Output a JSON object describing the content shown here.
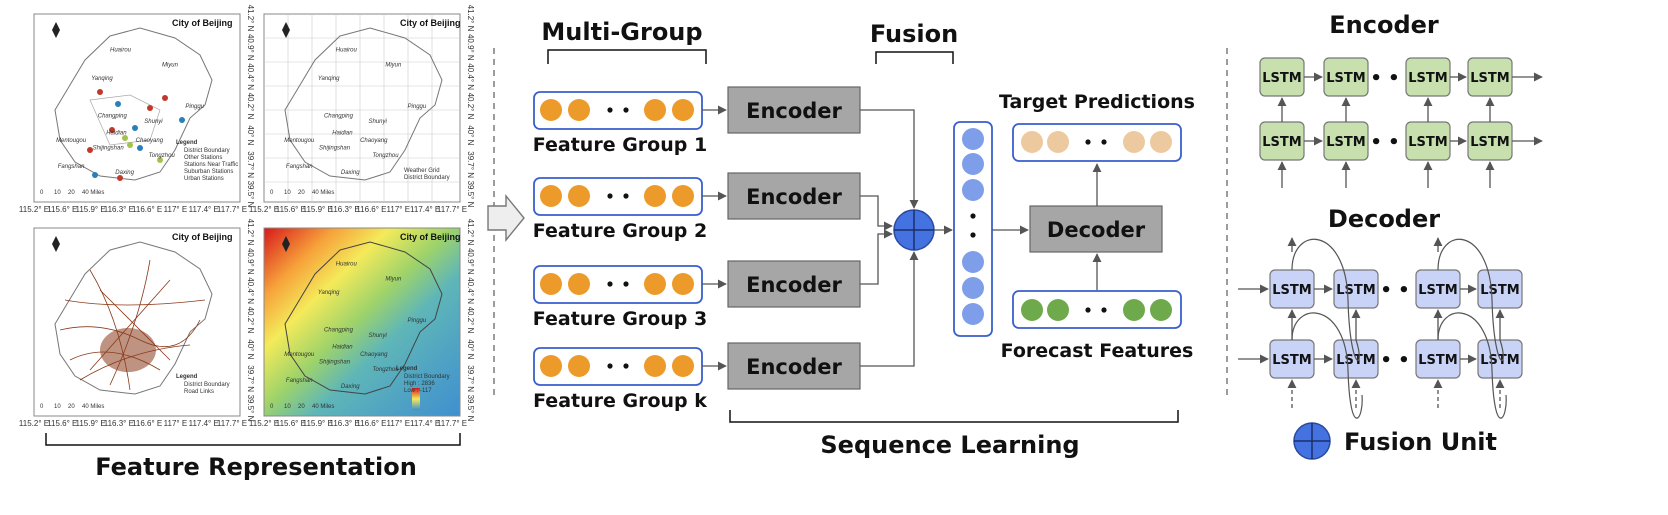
{
  "maps": {
    "title": "City of Beijing",
    "legend_title": "Legend",
    "legend_1": [
      "District Boundary",
      "Other Stations",
      "Stations Near Traffic",
      "Suburban Stations",
      "Urban Stations"
    ],
    "legend_2": [
      "Weather Grid",
      "District Boundary"
    ],
    "legend_3": [
      "District Boundary",
      "Road Links"
    ],
    "legend_4": [
      "District Boundary",
      "High : 2836",
      "Low : -117"
    ],
    "scale": [
      "0",
      "10",
      "20",
      "40 Miles"
    ],
    "xticks": [
      "115.2° E",
      "115.6° E",
      "115.9° E",
      "116.3° E",
      "116.6° E",
      "117° E",
      "117.4° E",
      "117.7° E"
    ],
    "yticks": [
      "41.2° N",
      "40.9° N",
      "40.4° N",
      "40.2° N",
      "40° N",
      "39.7° N",
      "39.5° N"
    ],
    "districts": [
      "Huairou",
      "Miyun",
      "Yanqing",
      "Pinggu",
      "Changping",
      "Shunyi",
      "Mentougou",
      "Haidian",
      "Chaoyang",
      "Shijingshan",
      "Tongzhou",
      "Fangshan",
      "Daxing"
    ]
  },
  "labels": {
    "feature_representation": "Feature Representation",
    "multi_group": "Multi-Group",
    "fusion": "Fusion",
    "sequence_learning": "Sequence Learning",
    "target_predictions": "Target Predictions",
    "forecast_features": "Forecast Features",
    "encoder_title": "Encoder",
    "decoder_title": "Decoder",
    "fusion_unit": "Fusion Unit"
  },
  "groups": [
    {
      "label": "Feature Group 1",
      "encoder": "Encoder"
    },
    {
      "label": "Feature Group 2",
      "encoder": "Encoder"
    },
    {
      "label": "Feature Group 3",
      "encoder": "Encoder"
    },
    {
      "label": "Feature Group k",
      "encoder": "Encoder"
    }
  ],
  "decoder_box": "Decoder",
  "lstm_label": "LSTM",
  "ellipsis": "• •",
  "colors": {
    "orange": "#ec9a2a",
    "green": "#6ea94b",
    "peach": "#edc9a0",
    "fusion_blue": "#4472e0",
    "node_blue": "#7f9eea",
    "box_border": "#3a5fcd",
    "encoder_gray": "#a6a6a6",
    "lstm_green": "#c7e0ad",
    "lstm_blue": "#c9d3f7"
  }
}
